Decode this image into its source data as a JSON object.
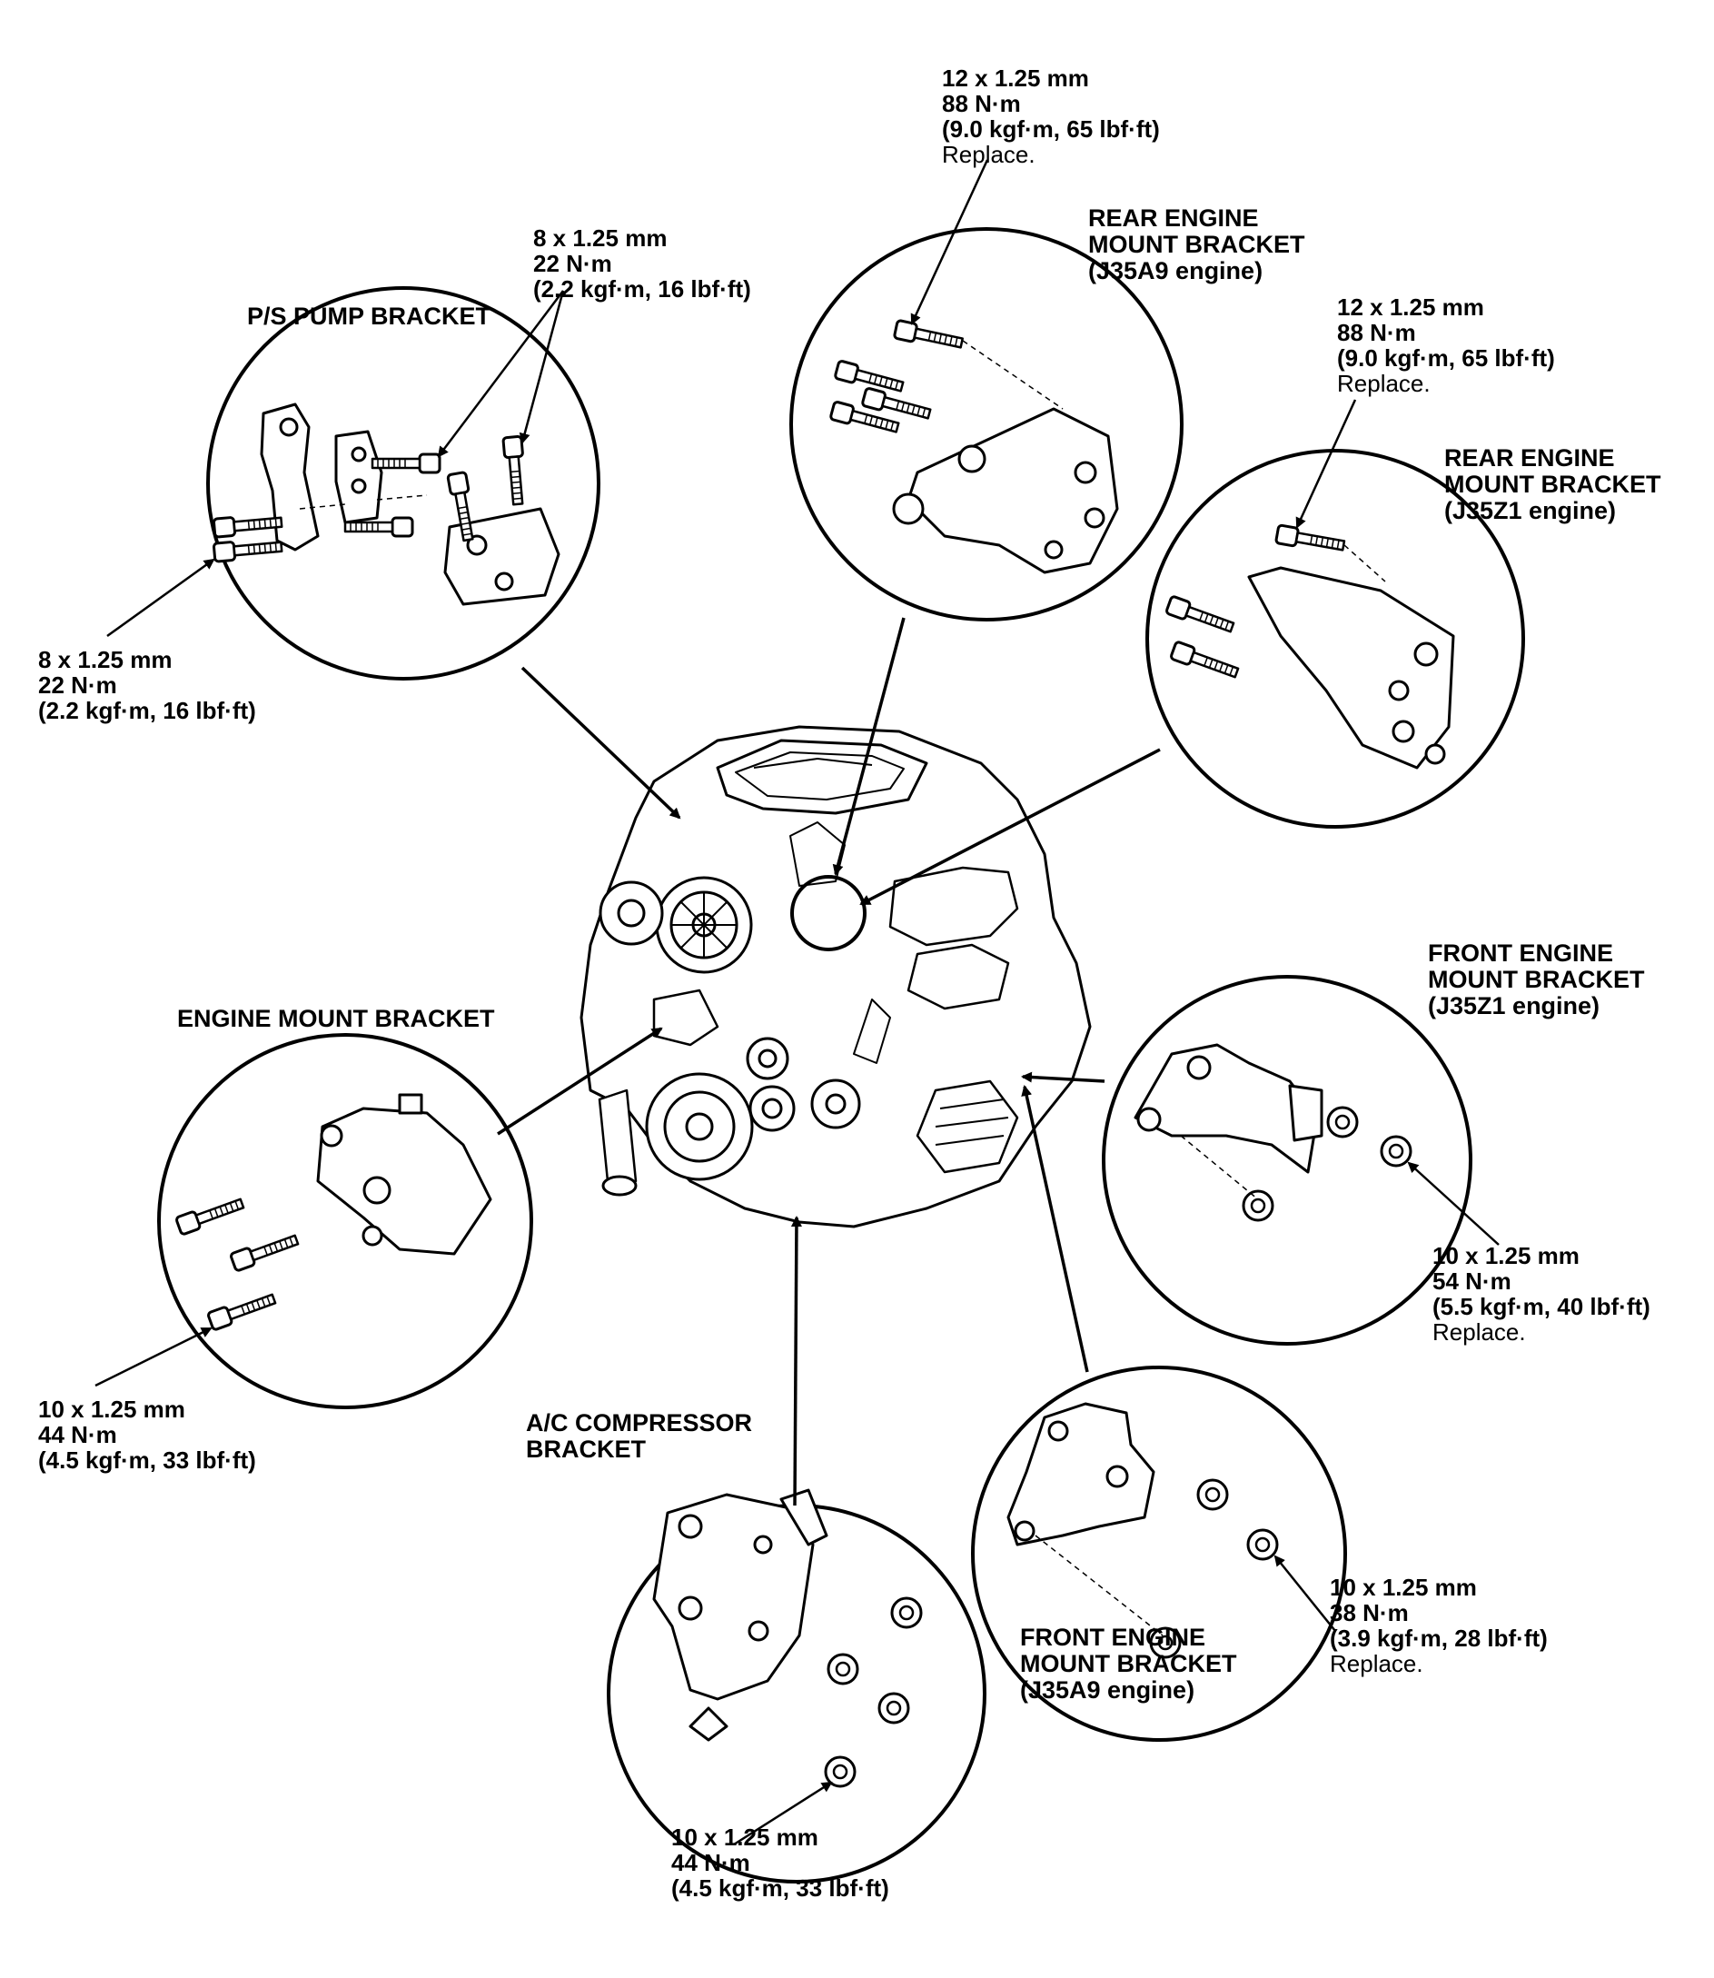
{
  "labels": {
    "ps_pump": {
      "title": "P/S PUMP BRACKET",
      "top_spec": [
        "8 x 1.25 mm",
        "22 N·m",
        "(2.2 kgf·m, 16 lbf·ft)"
      ],
      "left_spec": [
        "8 x 1.25 mm",
        "22 N·m",
        "(2.2 kgf·m, 16 lbf·ft)"
      ]
    },
    "rear_a9": {
      "title": [
        "REAR ENGINE",
        "MOUNT BRACKET",
        "(J35A9 engine)"
      ],
      "spec": [
        "12 x 1.25 mm",
        "88 N·m",
        "(9.0 kgf·m, 65 lbf·ft)"
      ],
      "note": "Replace."
    },
    "rear_z1": {
      "title": [
        "REAR ENGINE",
        "MOUNT BRACKET",
        "(J35Z1 engine)"
      ],
      "spec": [
        "12 x 1.25 mm",
        "88 N·m",
        "(9.0 kgf·m, 65 lbf·ft)"
      ],
      "note": "Replace."
    },
    "engine_mount": {
      "title": "ENGINE MOUNT BRACKET",
      "spec": [
        "10 x 1.25 mm",
        "44 N·m",
        "(4.5 kgf·m, 33 lbf·ft)"
      ]
    },
    "front_z1": {
      "title": [
        "FRONT ENGINE",
        "MOUNT BRACKET",
        "(J35Z1 engine)"
      ],
      "spec": [
        "10 x 1.25 mm",
        "54 N·m",
        "(5.5 kgf·m, 40 lbf·ft)"
      ],
      "note": "Replace."
    },
    "front_a9": {
      "title": [
        "FRONT ENGINE",
        "MOUNT BRACKET",
        "(J35A9 engine)"
      ],
      "spec": [
        "10 x 1.25 mm",
        "38 N·m",
        "(3.9 kgf·m, 28 lbf·ft)"
      ],
      "note": "Replace."
    },
    "ac_compressor": {
      "title": [
        "A/C COMPRESSOR",
        "BRACKET"
      ],
      "spec": [
        "10 x 1.25 mm",
        "44 N·m",
        "(4.5 kgf·m, 33 lbf·ft)"
      ]
    }
  }
}
